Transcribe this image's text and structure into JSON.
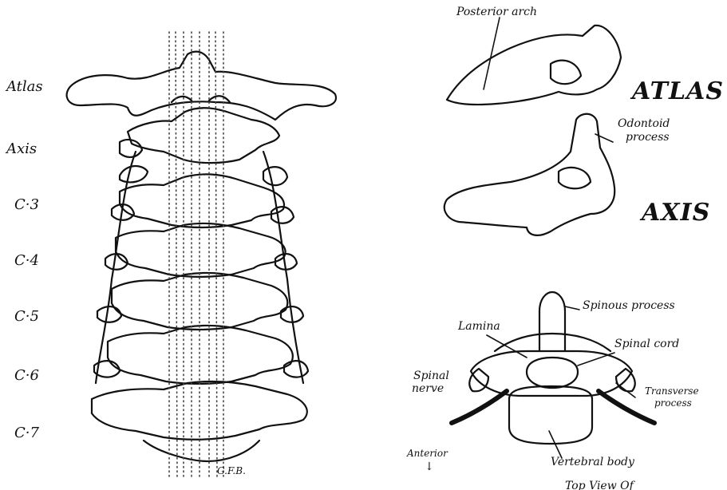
{
  "spine_labels": {
    "atlas": "Atlas",
    "axis": "Axis",
    "c3": "C·3",
    "c4": "C·4",
    "c5": "C·5",
    "c6": "C·6",
    "c7": "C·7"
  },
  "artist_initials": "G.F.B.",
  "top_views": {
    "posterior_arch": "Posterior arch",
    "atlas_title": "ATLAS",
    "odontoid_line1": "Odontoid",
    "odontoid_line2": "process",
    "axis_title": "AXIS"
  },
  "vertebra_labels": {
    "spinous_process": "Spinous process",
    "lamina": "Lamina",
    "spinal_cord": "Spinal cord",
    "spinal_nerve_line1": "Spinal",
    "spinal_nerve_line2": "nerve",
    "transverse_line1": "Transverse",
    "transverse_line2": "process",
    "anterior": "Anterior",
    "anterior_arrow": "↓",
    "vertebral_body": "Vertebral body",
    "caption_partial": "Top View Of"
  },
  "colors": {
    "ink": "#111111",
    "paper": "#ffffff",
    "stipple": "#444444"
  }
}
